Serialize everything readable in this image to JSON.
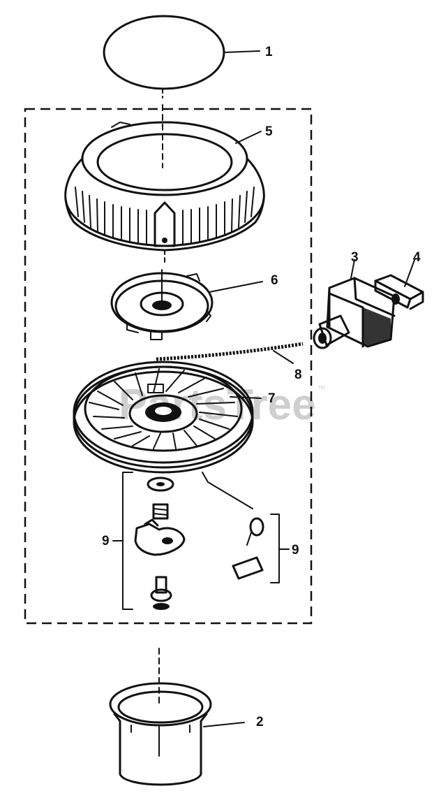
{
  "diagram": {
    "watermark": "PartsTree",
    "watermark_mark": "™",
    "callouts": {
      "c1": "1",
      "c2": "2",
      "c3": "3",
      "c4": "4",
      "c5": "5",
      "c6": "6",
      "c7": "7",
      "c8": "8",
      "c9a": "9",
      "c9b": "9"
    }
  }
}
